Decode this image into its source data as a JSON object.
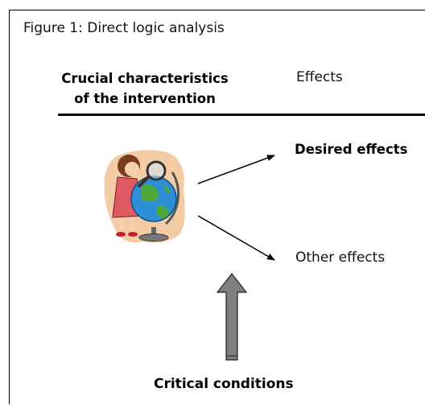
{
  "figure": {
    "title": "Figure 1: Direct logic analysis",
    "column_left_line1": "Crucial characteristics",
    "column_left_line2": "of the intervention",
    "column_right": "Effects"
  },
  "effects": {
    "desired": "Desired effects",
    "other": "Other effects"
  },
  "conditions": {
    "label": "Critical conditions"
  },
  "illustration": {
    "icon": "girl-with-globe-and-magnifier-icon"
  },
  "colors": {
    "line": "#000000",
    "arrow_fill": "#7f7f7f",
    "globe_ocean": "#2f8fd6",
    "globe_land": "#4ca83a",
    "dress": "#e05a63",
    "halo": "#f2c79a"
  }
}
